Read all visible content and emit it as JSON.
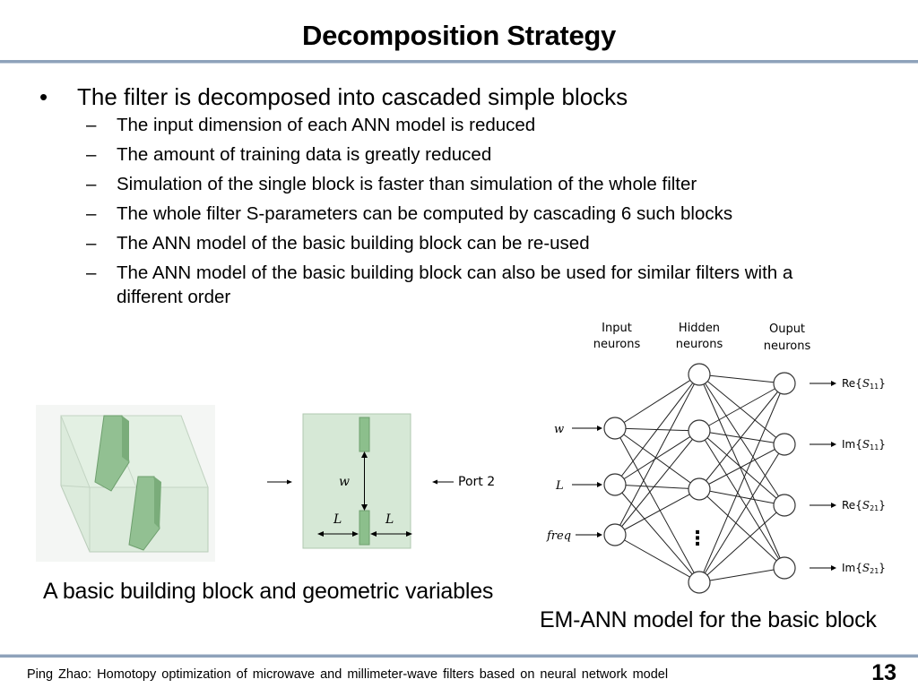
{
  "slide": {
    "title": "Decomposition Strategy",
    "bullet_main": "The filter is decomposed into cascaded simple blocks",
    "sub_bullets": [
      "The input dimension of each ANN model is reduced",
      "The amount of training data is greatly reduced",
      "Simulation of the single block is faster than simulation of the whole filter",
      "The whole filter S-parameters can be computed by cascading 6 such blocks",
      "The ANN model of the basic building block can be re-used",
      "The ANN model of the basic building block can also be used for similar filters with a different order"
    ],
    "bullet_char": "•",
    "dash_char": "–"
  },
  "block_figure": {
    "caption": "A basic building block and geometric variables",
    "port_label": "Port 2",
    "var_w": "w",
    "var_L": "L"
  },
  "ann_figure": {
    "caption": "EM-ANN model for the basic block",
    "layer_labels": {
      "input": [
        "Input",
        "neurons"
      ],
      "hidden": [
        "Hidden",
        "neurons"
      ],
      "output": [
        "Ouput",
        "neurons"
      ]
    },
    "inputs": [
      "w",
      "L",
      "freq"
    ],
    "outputs": [
      {
        "prefix": "Re{",
        "sym": "S",
        "sub": "11",
        "suffix": "}"
      },
      {
        "prefix": "Im{",
        "sym": "S",
        "sub": "11",
        "suffix": "}"
      },
      {
        "prefix": "Re{",
        "sym": "S",
        "sub": "21",
        "suffix": "}"
      },
      {
        "prefix": "Im{",
        "sym": "S",
        "sub": "21",
        "suffix": "}"
      }
    ],
    "ellipsis": "⋮"
  },
  "footer": {
    "text": "Ping Zhao: Homotopy optimization of microwave and millimeter-wave filters based on neural network model",
    "page_number": "13"
  },
  "colors": {
    "rule": "#8ea2ba",
    "block_fill": "#d6e8d6",
    "strip_fill": "#8cbf8c"
  }
}
